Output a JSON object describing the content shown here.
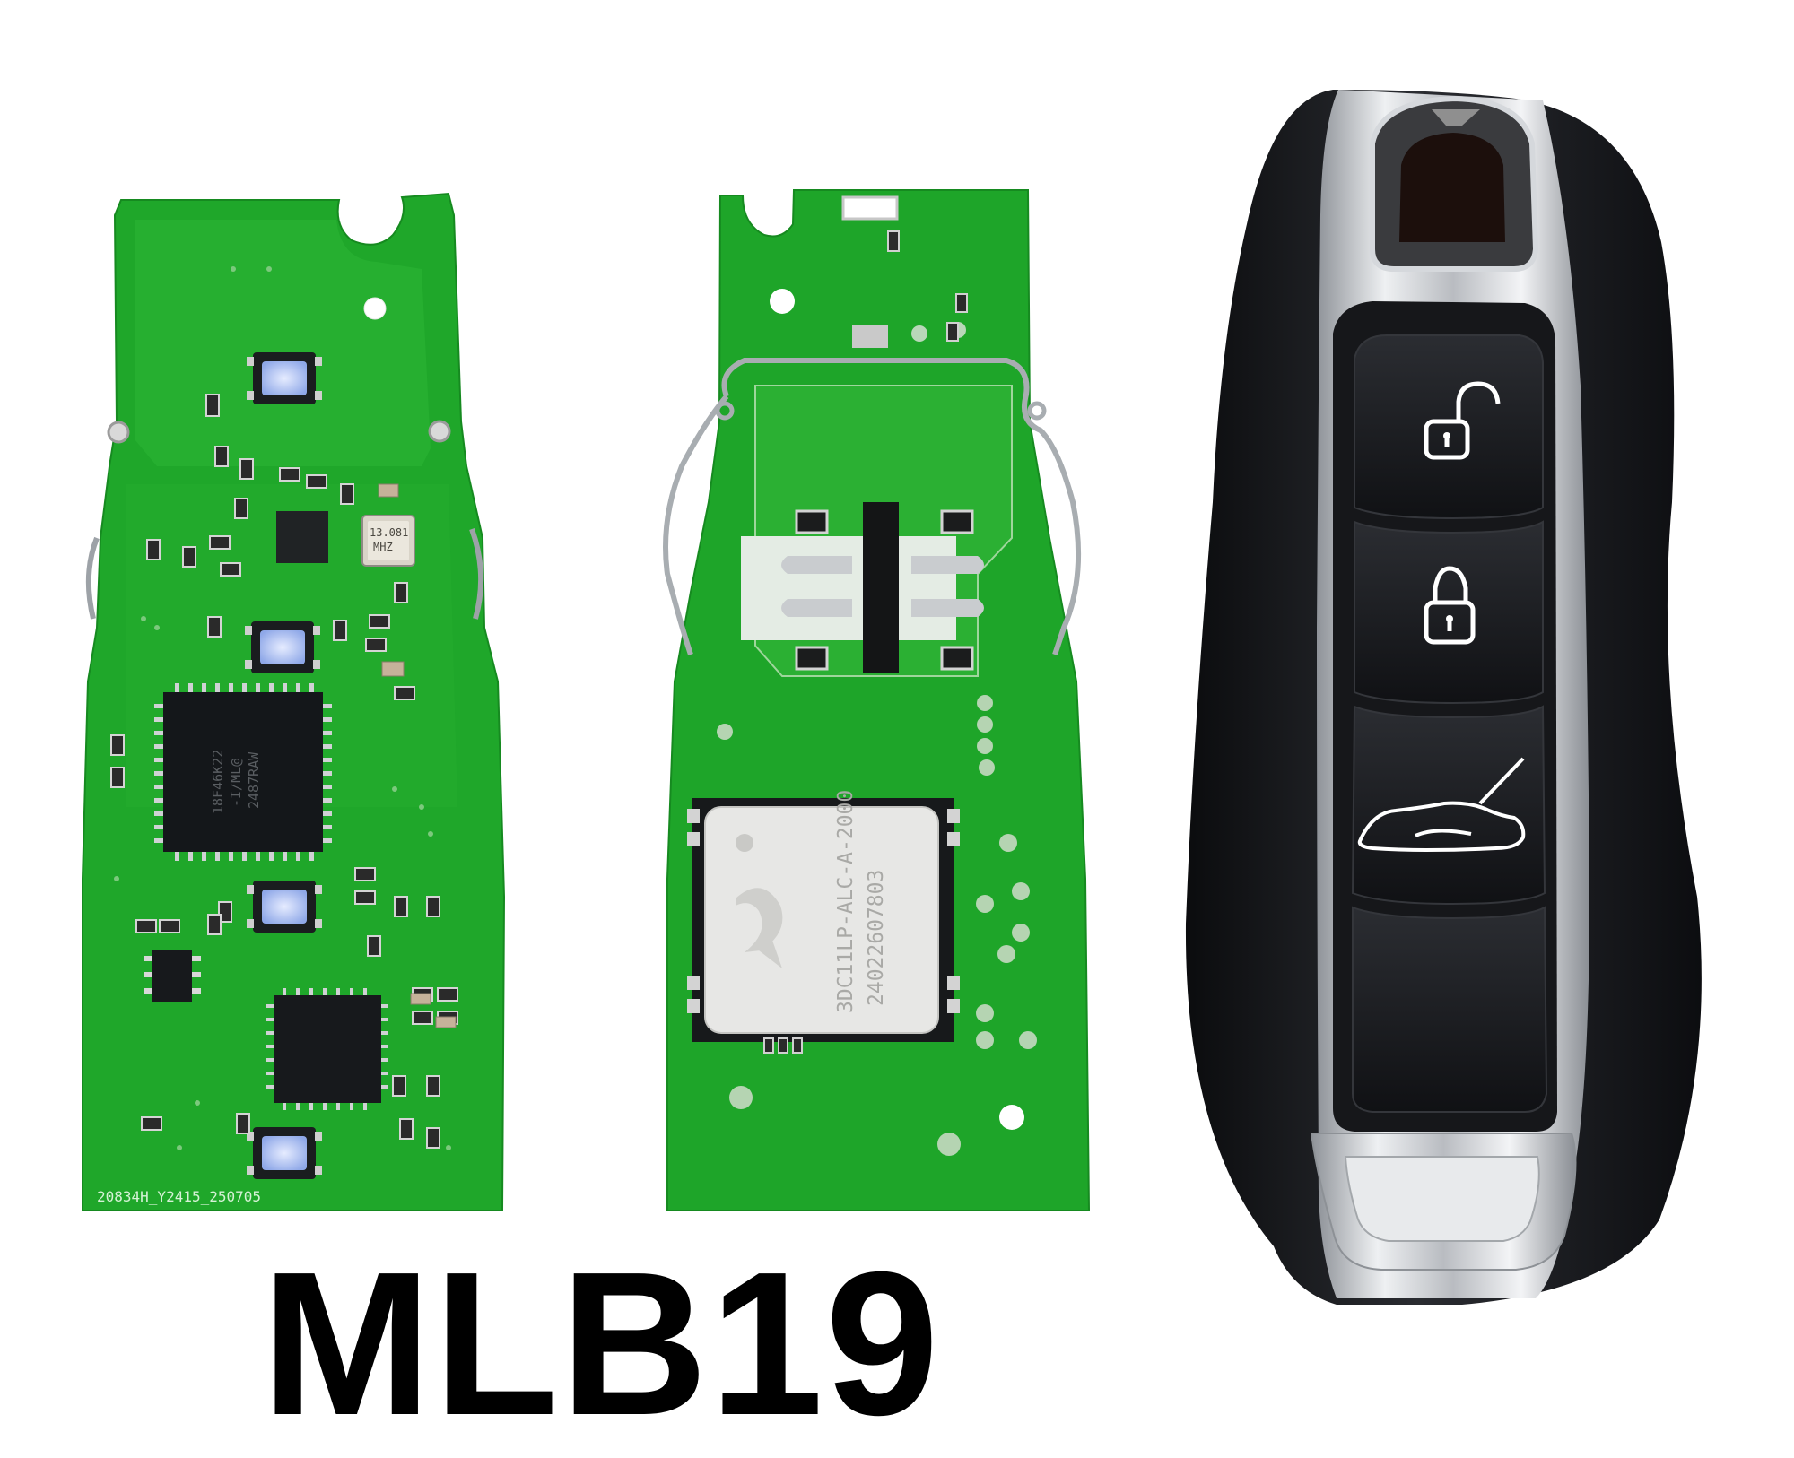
{
  "product": {
    "title": "MLB19"
  },
  "board_front": {
    "pcb_code": "20834H_Y2415_250705",
    "crystal_freq": "13.081",
    "crystal_unit": "MHZ",
    "mcu_line1": "18F46K22",
    "mcu_line2": "-I/ML@",
    "mcu_line3": "2487RAW"
  },
  "board_back": {
    "module_line1": "3DC11LP-ALC-A-2000",
    "module_line2": "24022607803"
  },
  "key_fob": {
    "buttons": [
      "unlock-icon",
      "lock-icon",
      "trunk-icon",
      "blank"
    ]
  },
  "colors": {
    "pcb_green": "#1fa72a",
    "fob_black": "#141518",
    "chrome": "#c9ccd0"
  }
}
